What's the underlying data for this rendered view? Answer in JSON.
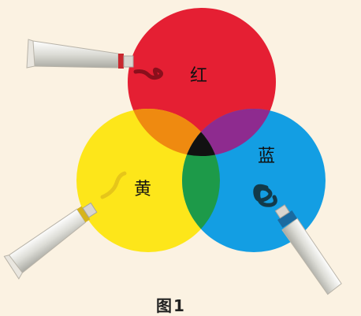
{
  "labels": {
    "red": "红",
    "yellow": "黄",
    "blue": "蓝"
  },
  "caption": "图1",
  "colors": {
    "background": "#fbf2e2",
    "red": "#e51f33",
    "yellow": "#fde61a",
    "blue": "#139ee3",
    "red_yellow": "#ef8a10",
    "red_blue": "#8e2b8f",
    "yellow_blue": "#1d9a49",
    "center": "#111111"
  },
  "icons": [
    "paint-tube-red",
    "paint-tube-yellow",
    "paint-tube-blue"
  ]
}
